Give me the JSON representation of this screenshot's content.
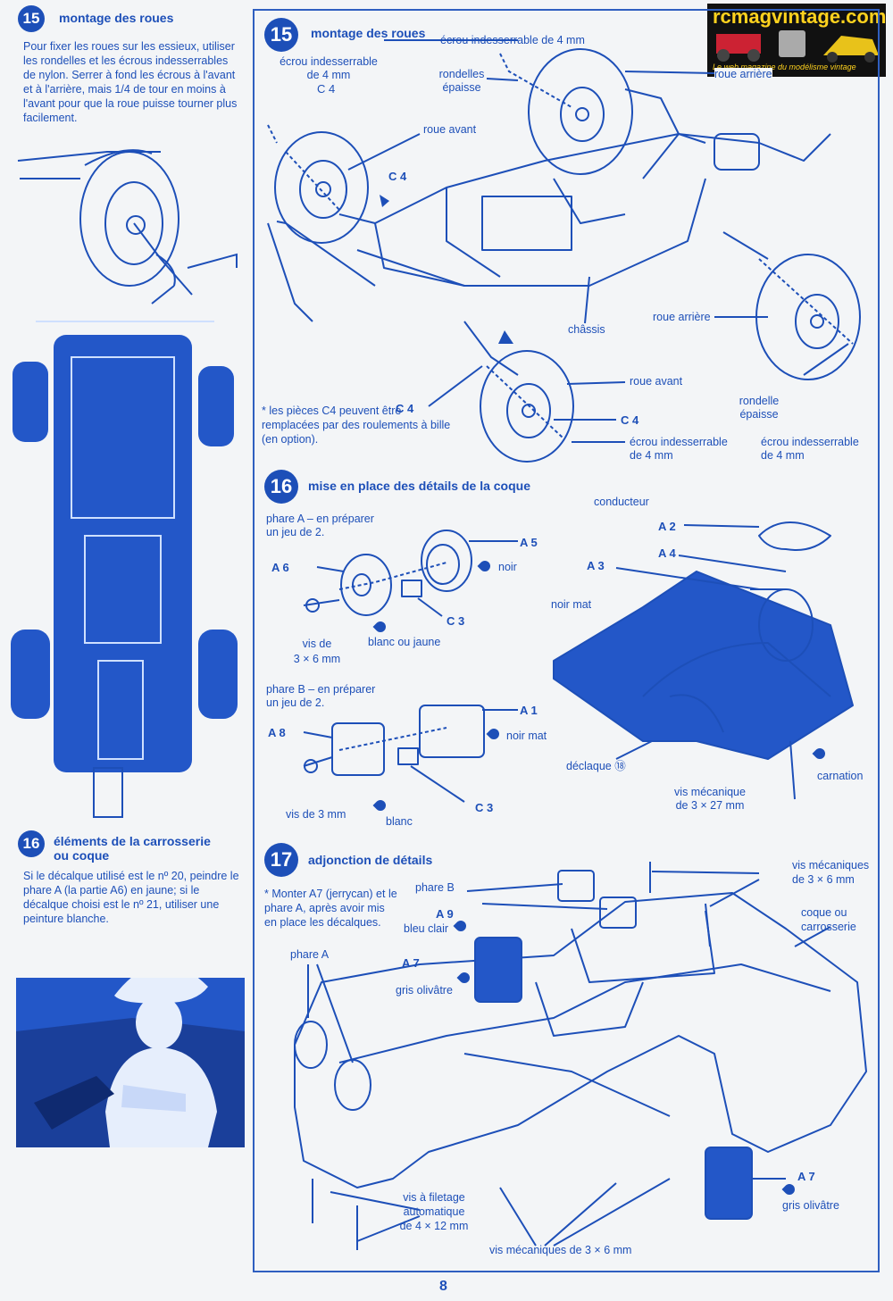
{
  "logo": {
    "title": "rcmagvintage.com",
    "subtitle": "Le web magazine du modélisme vintage"
  },
  "colors": {
    "ink": "#1d4fb8",
    "paper": "#f3f5f7",
    "photo": "#2357c8",
    "logo_bg": "#111111",
    "logo_text": "#ffd21e"
  },
  "left": {
    "s15": {
      "num": "15",
      "title": "montage des roues",
      "text": "Pour fixer les roues sur les essieux, utiliser les rondelles et les écrous indesserrables de nylon. Serrer à fond les écrous à l'avant et à l'arrière, mais 1/4 de tour en moins à l'avant pour que la roue puisse tourner plus facilement."
    },
    "s16": {
      "num": "16",
      "title_1": "éléments de la carrosserie",
      "title_2": "ou coque",
      "text": "Si le décalque utilisé est le nº 20, peindre le phare A (la partie A6) en jaune; si le décalque choisi est le nº 21, utiliser une peinture blanche."
    }
  },
  "step15": {
    "num": "15",
    "title": "montage des roues",
    "labels": {
      "ecrou_top": "écrou indesserrable de 4 mm",
      "ecrou_left_1": "écrou indesserrable",
      "ecrou_left_2": "de 4 mm",
      "c4_a": "C 4",
      "rondelles_1": "rondelles",
      "rondelles_2": "épaisse",
      "roue_arriere_top": "roue arrière",
      "roue_avant_top": "roue avant",
      "c4_b": "C 4",
      "chassis": "châssis",
      "roue_arriere": "roue arrière",
      "c4_c": "C 4",
      "roue_avant": "roue avant",
      "c4_d": "C 4",
      "rondelle_1": "rondelle",
      "rondelle_2": "épaisse",
      "ecrou_bottom_1a": "écrou indesserrable",
      "ecrou_bottom_1b": "de 4 mm",
      "ecrou_bottom_2a": "écrou indesserrable",
      "ecrou_bottom_2b": "de 4 mm"
    },
    "note": "* les pièces C4 peuvent être remplacées par des roulements à bille (en option)."
  },
  "step16": {
    "num": "16",
    "title": "mise en place des détails de la coque",
    "phareA_1": "phare A – en préparer",
    "phareA_2": "un jeu de 2.",
    "a6": "A 6",
    "a5": "A 5",
    "noir": "noir",
    "c3_a": "C 3",
    "vis36_1": "vis de",
    "vis36_2": "3 × 6 mm",
    "blanc_jaune": "blanc ou jaune",
    "phareB_1": "phare B – en préparer",
    "phareB_2": "un jeu de 2.",
    "a1": "A 1",
    "a8": "A 8",
    "noir_mat": "noir mat",
    "vis3": "vis de 3 mm",
    "blanc": "blanc",
    "c3_b": "C 3",
    "conducteur": "conducteur",
    "a2": "A 2",
    "a4": "A 4",
    "a3": "A 3",
    "noir_mat_2": "noir mat",
    "declaque": "déclaque ⑱",
    "carnation": "carnation",
    "vis327_1": "vis mécanique",
    "vis327_2": "de 3 × 27 mm"
  },
  "step17": {
    "num": "17",
    "title": "adjonction de détails",
    "note": "* Monter A7 (jerrycan) et le phare A, après avoir mis en place les décalques.",
    "phare_b": "phare B",
    "a9": "A 9",
    "bleu_clair": "bleu clair",
    "a7_a": "A 7",
    "gris_a": "gris olivâtre",
    "phare_a": "phare A",
    "vis_meca_1": "vis mécaniques",
    "vis_meca_2": "de 3 × 6 mm",
    "coque_1": "coque ou",
    "coque_2": "carrosserie",
    "a7_b": "A 7",
    "gris_b": "gris olivâtre",
    "vis_filetage_1": "vis à filetage",
    "vis_filetage_2": "automatique",
    "vis_filetage_3": "de 4 × 12 mm",
    "vis_meca_bottom": "vis mécaniques de 3 × 6 mm"
  },
  "page_number": "8"
}
